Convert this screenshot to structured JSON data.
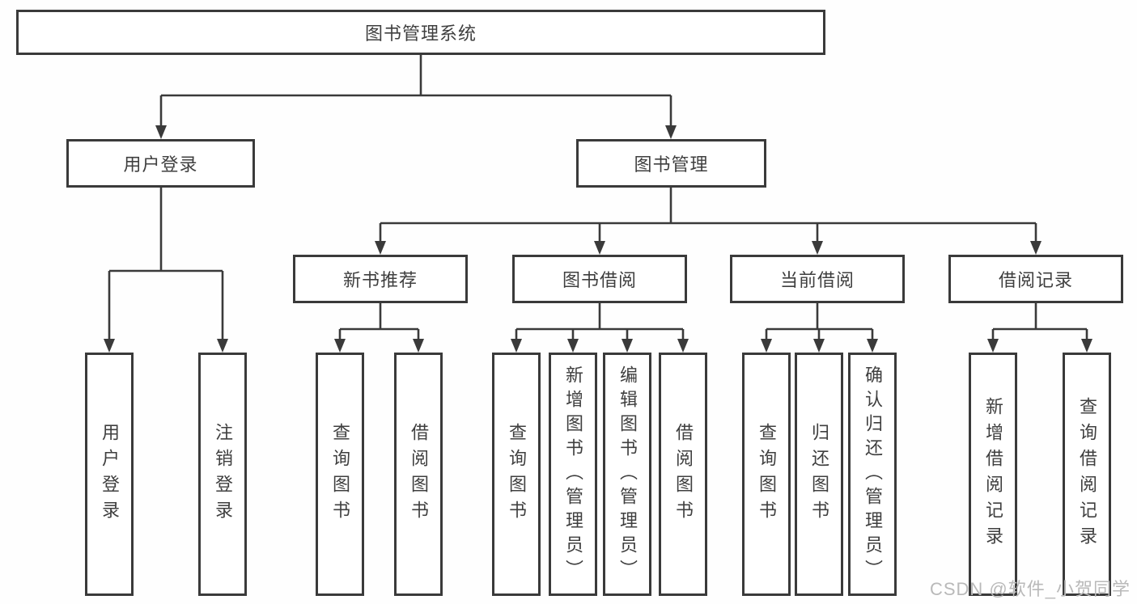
{
  "diagram": {
    "root": "图书管理系统",
    "level2": {
      "user_login": "用户登录",
      "book_mgmt": "图书管理"
    },
    "level3": {
      "new_books": "新书推荐",
      "borrow": "图书借阅",
      "current": "当前借阅",
      "records": "借阅记录"
    },
    "leaves": {
      "user_login": "用户登录",
      "logout": "注销登录",
      "nb_query": "查询图书",
      "nb_borrow": "借阅图书",
      "bb_query": "查询图书",
      "bb_add": "新增图书（管理员）",
      "bb_edit": "编辑图书（管理员）",
      "bb_borrow": "借阅图书",
      "cb_query": "查询图书",
      "cb_return": "归还图书",
      "cb_confirm": "确认归还（管理员）",
      "rec_add": "新增借阅记录",
      "rec_query": "查询借阅记录"
    }
  },
  "watermark": "CSDN @软件_小贺同学",
  "colors": {
    "line": "#3a3a3a",
    "text": "#3f3f3f",
    "watermark": "#b9b9b9",
    "background": "#ffffff"
  }
}
